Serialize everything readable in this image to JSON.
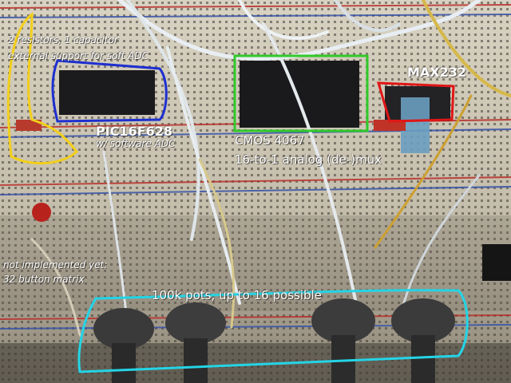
{
  "annotations": {
    "resistors_line1": "2 resistors, 1 capacitor",
    "resistors_line2": "external support for soft ADC",
    "pic_title": "PIC16F628",
    "pic_sub": "w/ software ADC",
    "cmos_title": "CMOS 4067",
    "cmos_sub": "16-to-1 analog (de-)mux",
    "max232": "MAX232",
    "not_impl_line1": "not implemented yet:",
    "not_impl_line2": "32 button matrix",
    "pots": "100k pots, up to 16 possible"
  },
  "highlight_colors": {
    "resistors": "#f2cf1c",
    "pic": "#1e2fd0",
    "cmos": "#31c92a",
    "max232": "#e01616",
    "pots": "#24d4e6"
  }
}
